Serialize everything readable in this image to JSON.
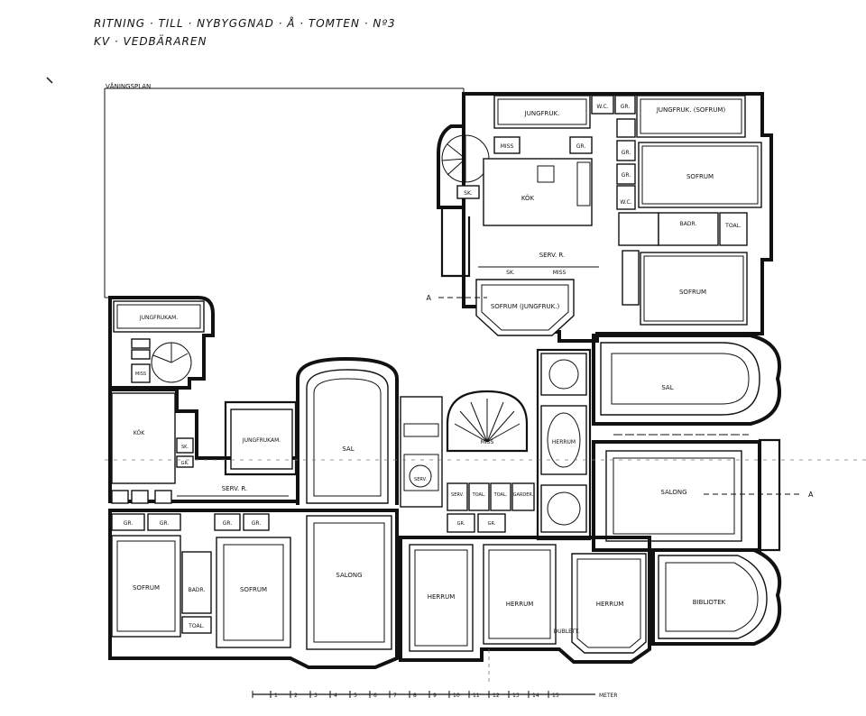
{
  "header": {
    "line1": "RITNING · TILL · NYBYGGNAD · Å · TOMTEN · Nº3",
    "line2": "KV · VEDBÄRAREN"
  },
  "plan_title": "VÅNINGSPLAN",
  "section_marker": "A",
  "rooms": {
    "jungfrukammare_top": "JUNGFRUK.",
    "wc_top": "W.C.",
    "gr_top": "GR.",
    "jungfruk_sofrum": "JUNGFRUK. (SOFRUM)",
    "miss_top": "MISS",
    "gr_kok": "GR.",
    "sk_top": "SK.",
    "kok_top": "KÖK",
    "sofrum_ne": "SOFRUM",
    "wc_ne": "W.C.",
    "badr_ne": "BADR.",
    "toal_ne": "TOAL.",
    "serv_r_top": "SERV. R.",
    "sk_mid": "SK.",
    "miss_mid": "MISS",
    "sofrum_jungfruk": "SOFRUM (JUNGFRUK.)",
    "sofrum_east": "SOFRUM",
    "jungfrukam_west": "JUNGFRUKAM.",
    "kok_west": "KÖK",
    "miss_west": "MISS",
    "sk_west": "SK.",
    "gr_west": "GR.",
    "jungfrukam_mid": "JUNGFRUKAM.",
    "serv_r_west": "SERV. R.",
    "sal_center": "SAL",
    "sal_east": "SAL",
    "miss_stair": "MISS",
    "herrum_small": "HERRUM",
    "salong_east": "SALONG",
    "serv_center": "SERV.",
    "toal_center": "TOAL.",
    "garder_center": "GARDER.",
    "sofrum_sw1": "SOFRUM",
    "badr_sw": "BADR.",
    "toal_sw": "TOAL.",
    "sofrum_sw2": "SOFRUM",
    "salong_south": "SALONG",
    "herrum_1": "HERRUM",
    "herrum_2": "HERRUM",
    "herrum_3": "HERRUM",
    "bibliotek": "BIBLIOTEK",
    "dubletter": "DUBLETT.",
    "gr_s1": "GR.",
    "gr_s2": "GR.",
    "gr_s3": "GR.",
    "gr_s4": "GR."
  },
  "scale": {
    "label": "METER",
    "ticks": [
      "1",
      "2",
      "3",
      "4",
      "5",
      "6",
      "7",
      "8",
      "9",
      "10",
      "11",
      "12",
      "13",
      "14",
      "15"
    ]
  }
}
